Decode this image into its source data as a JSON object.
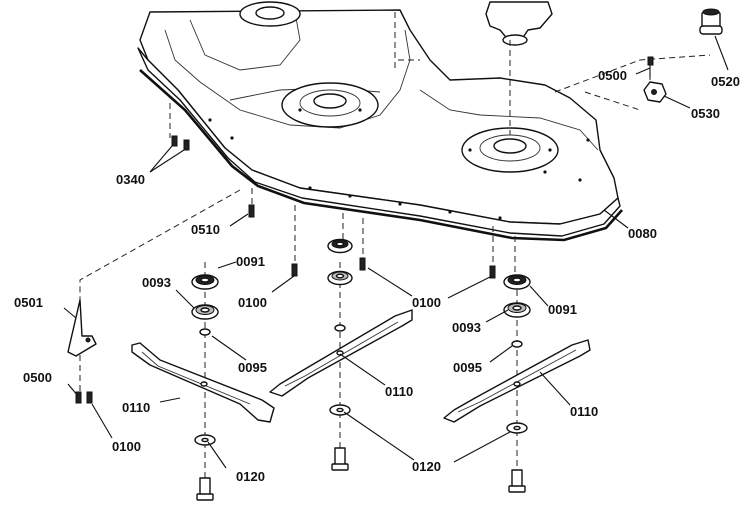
{
  "diagram": {
    "callouts": [
      {
        "id": "c0520",
        "text": "0520"
      },
      {
        "id": "c0500a",
        "text": "0500"
      },
      {
        "id": "c0530",
        "text": "0530"
      },
      {
        "id": "c0340",
        "text": "0340"
      },
      {
        "id": "c0080",
        "text": "0080"
      },
      {
        "id": "c0510",
        "text": "0510"
      },
      {
        "id": "c0091a",
        "text": "0091"
      },
      {
        "id": "c0093a",
        "text": "0093"
      },
      {
        "id": "c0501",
        "text": "0501"
      },
      {
        "id": "c0100a",
        "text": "0100"
      },
      {
        "id": "c0100b",
        "text": "0100"
      },
      {
        "id": "c0091b",
        "text": "0091"
      },
      {
        "id": "c0093b",
        "text": "0093"
      },
      {
        "id": "c0095a",
        "text": "0095"
      },
      {
        "id": "c0095b",
        "text": "0095"
      },
      {
        "id": "c0500b",
        "text": "0500"
      },
      {
        "id": "c0110a",
        "text": "0110"
      },
      {
        "id": "c0110b",
        "text": "0110"
      },
      {
        "id": "c0110c",
        "text": "0110"
      },
      {
        "id": "c0100c",
        "text": "0100"
      },
      {
        "id": "c0120a",
        "text": "0120"
      },
      {
        "id": "c0120b",
        "text": "0120"
      }
    ]
  }
}
